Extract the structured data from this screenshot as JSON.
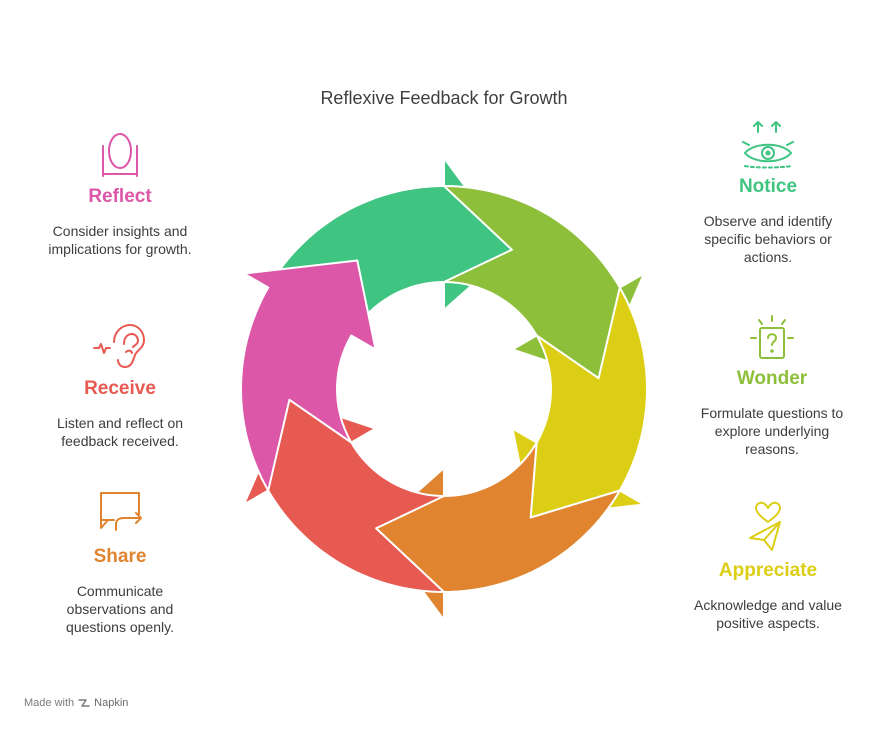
{
  "title": "Reflexive Feedback for Growth",
  "colors": {
    "notice": "#3fc482",
    "wonder": "#8dbf3a",
    "appreciate": "#dcce15",
    "share": "#e08430",
    "receive": "#e65a52",
    "reflect": "#dc57a8"
  },
  "steps": {
    "reflect": {
      "label": "Reflect",
      "desc": "Consider insights and implications for growth.",
      "icon": "mirror-icon"
    },
    "receive": {
      "label": "Receive",
      "desc": "Listen and reflect on feedback received.",
      "icon": "ear-icon"
    },
    "share": {
      "label": "Share",
      "desc": "Communicate observations and questions openly.",
      "icon": "speech-bubble-icon"
    },
    "notice": {
      "label": "Notice",
      "desc": "Observe and identify specific behaviors or actions.",
      "icon": "eye-icon"
    },
    "wonder": {
      "label": "Wonder",
      "desc": "Formulate questions to explore underlying reasons.",
      "icon": "question-icon"
    },
    "appreciate": {
      "label": "Appreciate",
      "desc": "Acknowledge and value positive aspects.",
      "icon": "heart-hand-icon"
    }
  },
  "watermark": {
    "prefix": "Made with",
    "brand": "Napkin"
  }
}
